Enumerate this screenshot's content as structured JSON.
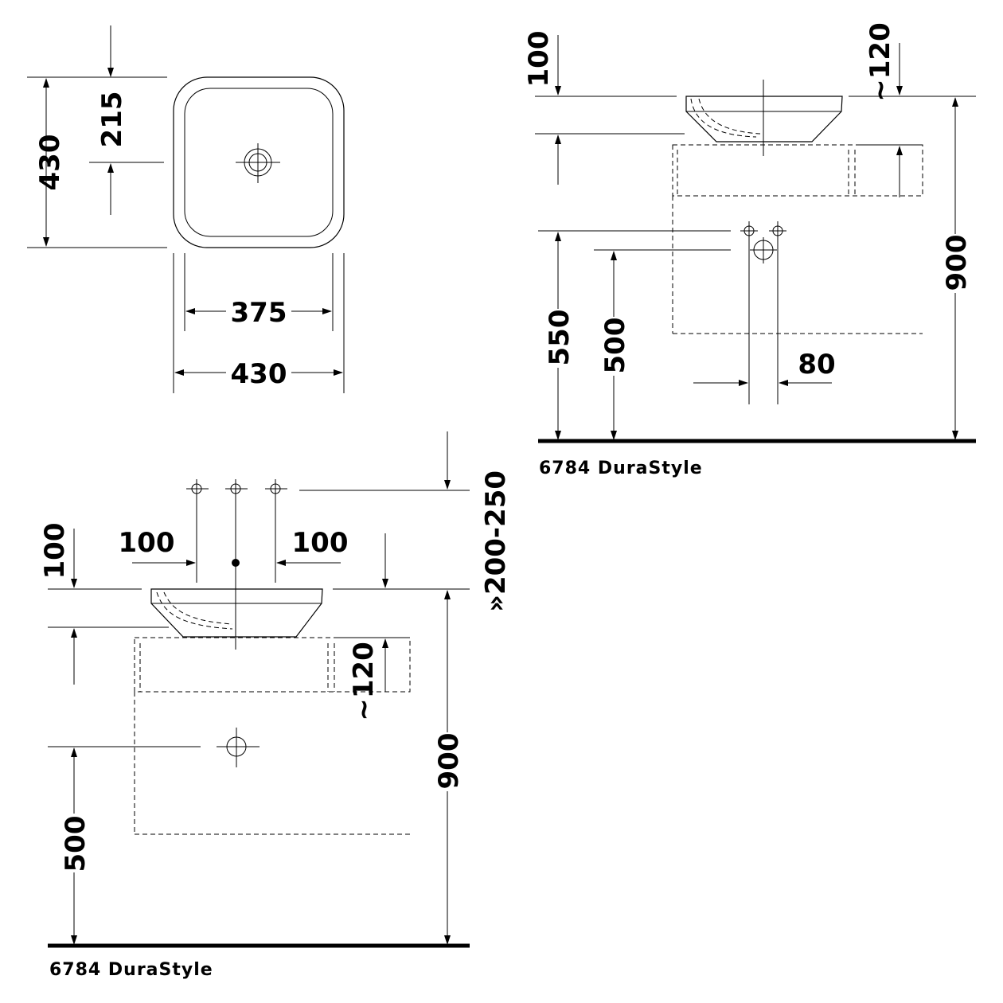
{
  "plan_view": {
    "depth_total": "430",
    "drain_offset": "215",
    "inner_width": "375",
    "outer_width": "430"
  },
  "side_view_top": {
    "tap_clearance": "100",
    "bowl_height": "~120",
    "outlet_height": "550",
    "waste_height": "500",
    "rim_height": "900",
    "spacing": "80",
    "caption": "6784 DuraStyle"
  },
  "front_view_bottom": {
    "tap_clearance": "100",
    "tap_spacing_left": "100",
    "tap_spacing_right": "100",
    "tap_height_range": "»200-250",
    "bowl_height": "~120",
    "waste_height": "500",
    "rim_height": "900",
    "caption": "6784 DuraStyle"
  }
}
